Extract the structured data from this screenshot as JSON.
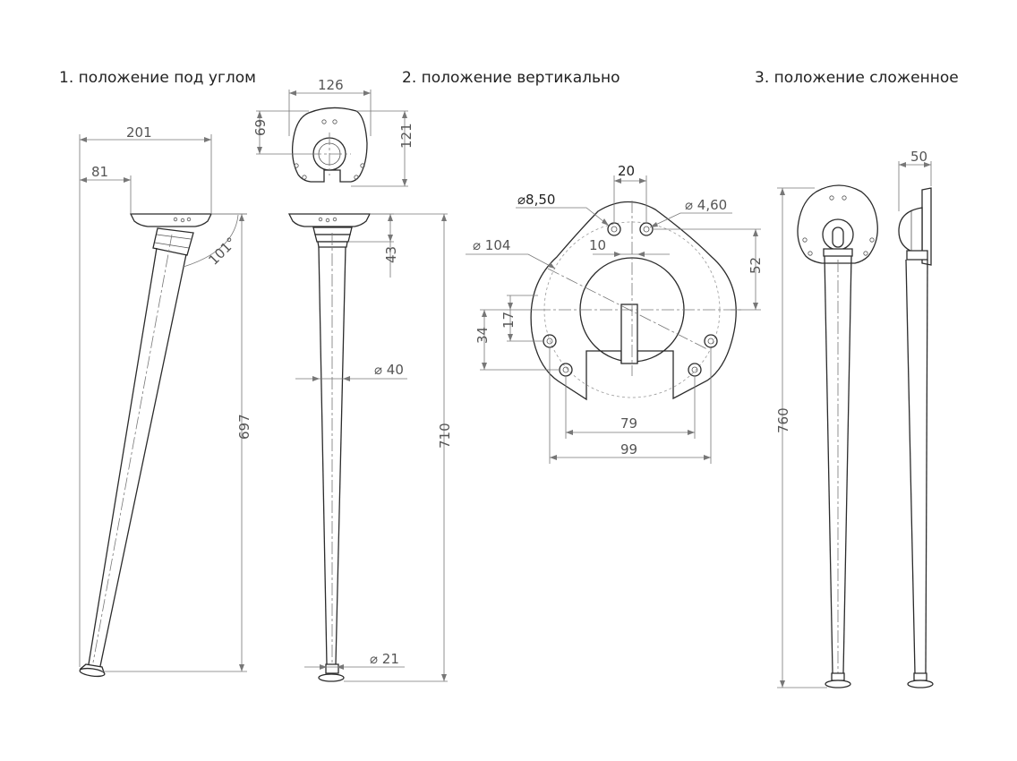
{
  "headings": {
    "h1": "1.  положение под углом",
    "h2": "2. положение вертикально",
    "h3": "3.  положение сложенное"
  },
  "dims": {
    "d201": "201",
    "d81": "81",
    "a101": "101°",
    "d697": "697",
    "d126": "126",
    "d69": "69",
    "d121": "121",
    "d43": "43",
    "dia40": "⌀ 40",
    "d710": "710",
    "dia21": "⌀ 21",
    "d20": "20",
    "dia850": "⌀8,50",
    "dia460": "⌀ 4,60",
    "d10": "10",
    "dia104": "⌀ 104",
    "d52": "52",
    "d17": "17",
    "d34": "34",
    "d79": "79",
    "d99": "99",
    "d760": "760",
    "d50": "50"
  }
}
